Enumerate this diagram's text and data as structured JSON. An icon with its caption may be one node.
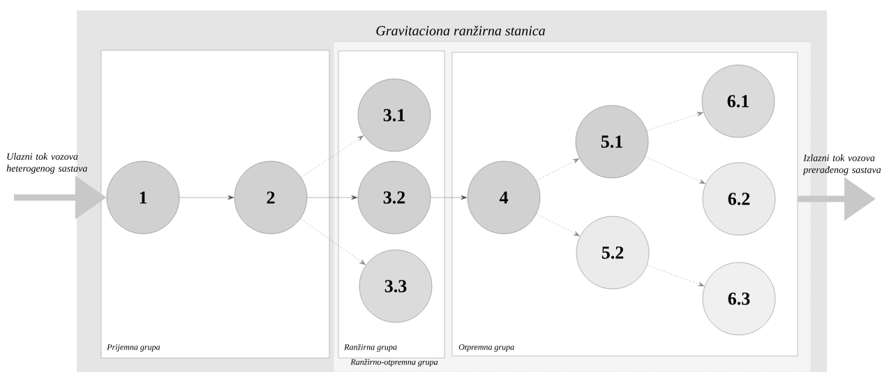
{
  "diagram": {
    "nodes": [
      {
        "text": [
          "Gravitaciona ranžirna stanica"
        ]
      },
      {
        "text": [
          "Prijemna grupa"
        ],
        "in": 0
      },
      {
        "text": [
          "Ranžirno-otpremna grupa"
        ],
        "in": 0
      },
      {
        "text": [
          "Ranžirna grupa"
        ],
        "in": 2
      },
      {
        "text": [
          "Otpremna grupa"
        ],
        "in": 2
      },
      {
        "text": [
          "1"
        ],
        "in": 1
      },
      {
        "text": [
          "2"
        ],
        "in": 1
      },
      {
        "text": [
          "3.1"
        ],
        "in": 3
      },
      {
        "text": [
          "3.2"
        ],
        "in": 3
      },
      {
        "text": [
          "3.3"
        ],
        "in": 3
      },
      {
        "text": [
          "4"
        ],
        "in": 4
      },
      {
        "text": [
          "5.1"
        ],
        "in": 4
      },
      {
        "text": [
          "5.2"
        ],
        "in": 4
      },
      {
        "text": [
          "6.1"
        ],
        "in": 4
      },
      {
        "text": [
          "6.2"
        ],
        "in": 4
      },
      {
        "text": [
          "6.3"
        ],
        "in": 4
      }
    ],
    "edges": [
      {
        "from": null,
        "to": 5,
        "arrow": "to",
        "label": "Ulazni tok vozova heterogenog sastava",
        "style": "thick",
        "color": "#c8c8c8"
      },
      {
        "from": 5,
        "to": 6,
        "arrow": "to"
      },
      {
        "from": 6,
        "to": 7,
        "arrow": "to",
        "style": "dashed"
      },
      {
        "from": 6,
        "to": 8,
        "arrow": "to"
      },
      {
        "from": 6,
        "to": 9,
        "arrow": "to",
        "style": "dashed"
      },
      {
        "from": 8,
        "to": 10,
        "arrow": "to"
      },
      {
        "from": 10,
        "to": 11,
        "arrow": "to",
        "style": "dashed"
      },
      {
        "from": 10,
        "to": 12,
        "arrow": "to",
        "style": "dashed"
      },
      {
        "from": 11,
        "to": 13,
        "arrow": "to",
        "style": "dashed"
      },
      {
        "from": 11,
        "to": 14,
        "arrow": "to",
        "style": "dashed"
      },
      {
        "from": 12,
        "to": 15,
        "arrow": "to",
        "style": "dashed"
      },
      {
        "from": 4,
        "to": null,
        "arrow": "to",
        "label": "Izlazni tok vozova prerađenog sastava",
        "style": "thick",
        "color": "#c8c8c8"
      }
    ]
  }
}
